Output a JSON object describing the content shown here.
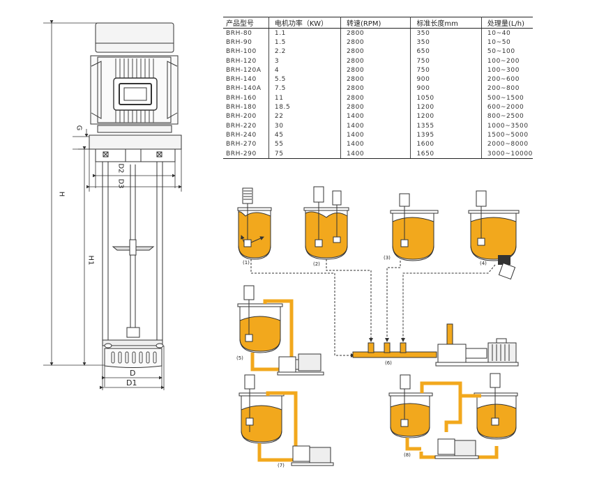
{
  "table": {
    "headers": [
      "产品型号",
      "电机功率（KW）",
      "转速(RPM)",
      "标准长度mm",
      "处理量(L/h)"
    ],
    "rows": [
      [
        "BRH-80",
        "1.1",
        "2800",
        "350",
        "10~40"
      ],
      [
        "BRH-90",
        "1.5",
        "2800",
        "350",
        "10~50"
      ],
      [
        "BRH-100",
        "2.2",
        "2800",
        "650",
        "50~100"
      ],
      [
        "BRH-120",
        "3",
        "2800",
        "750",
        "100~200"
      ],
      [
        "BRH-120A",
        "4",
        "2800",
        "750",
        "100~300"
      ],
      [
        "BRH-140",
        "5.5",
        "2800",
        "900",
        "200~600"
      ],
      [
        "BRH-140A",
        "7.5",
        "2800",
        "900",
        "200~800"
      ],
      [
        "BRH-160",
        "11",
        "2800",
        "1050",
        "500~1500"
      ],
      [
        "BRH-180",
        "18.5",
        "2800",
        "1200",
        "600~2000"
      ],
      [
        "BRH-200",
        "22",
        "1400",
        "1200",
        "800~2500"
      ],
      [
        "BRH-220",
        "30",
        "1400",
        "1355",
        "1000~3500"
      ],
      [
        "BRH-240",
        "45",
        "1400",
        "1395",
        "1500~5000"
      ],
      [
        "BRH-270",
        "55",
        "1400",
        "1600",
        "2000~8000"
      ],
      [
        "BRH-290",
        "75",
        "1400",
        "1650",
        "3000~10000"
      ]
    ]
  },
  "dimensions": {
    "G": "G",
    "H": "H",
    "H1": "H1",
    "D": "D",
    "D1": "D1",
    "D2": "D2",
    "D3": "D3"
  },
  "captions": [
    "(1)",
    "(2)",
    "(3)",
    "(4)",
    "(5)",
    "(6)",
    "(7)",
    "(8)"
  ],
  "colors": {
    "liquid": "#F2A81D",
    "pipe": "#F2A81D",
    "line": "#333333",
    "equipment": "#555555"
  }
}
